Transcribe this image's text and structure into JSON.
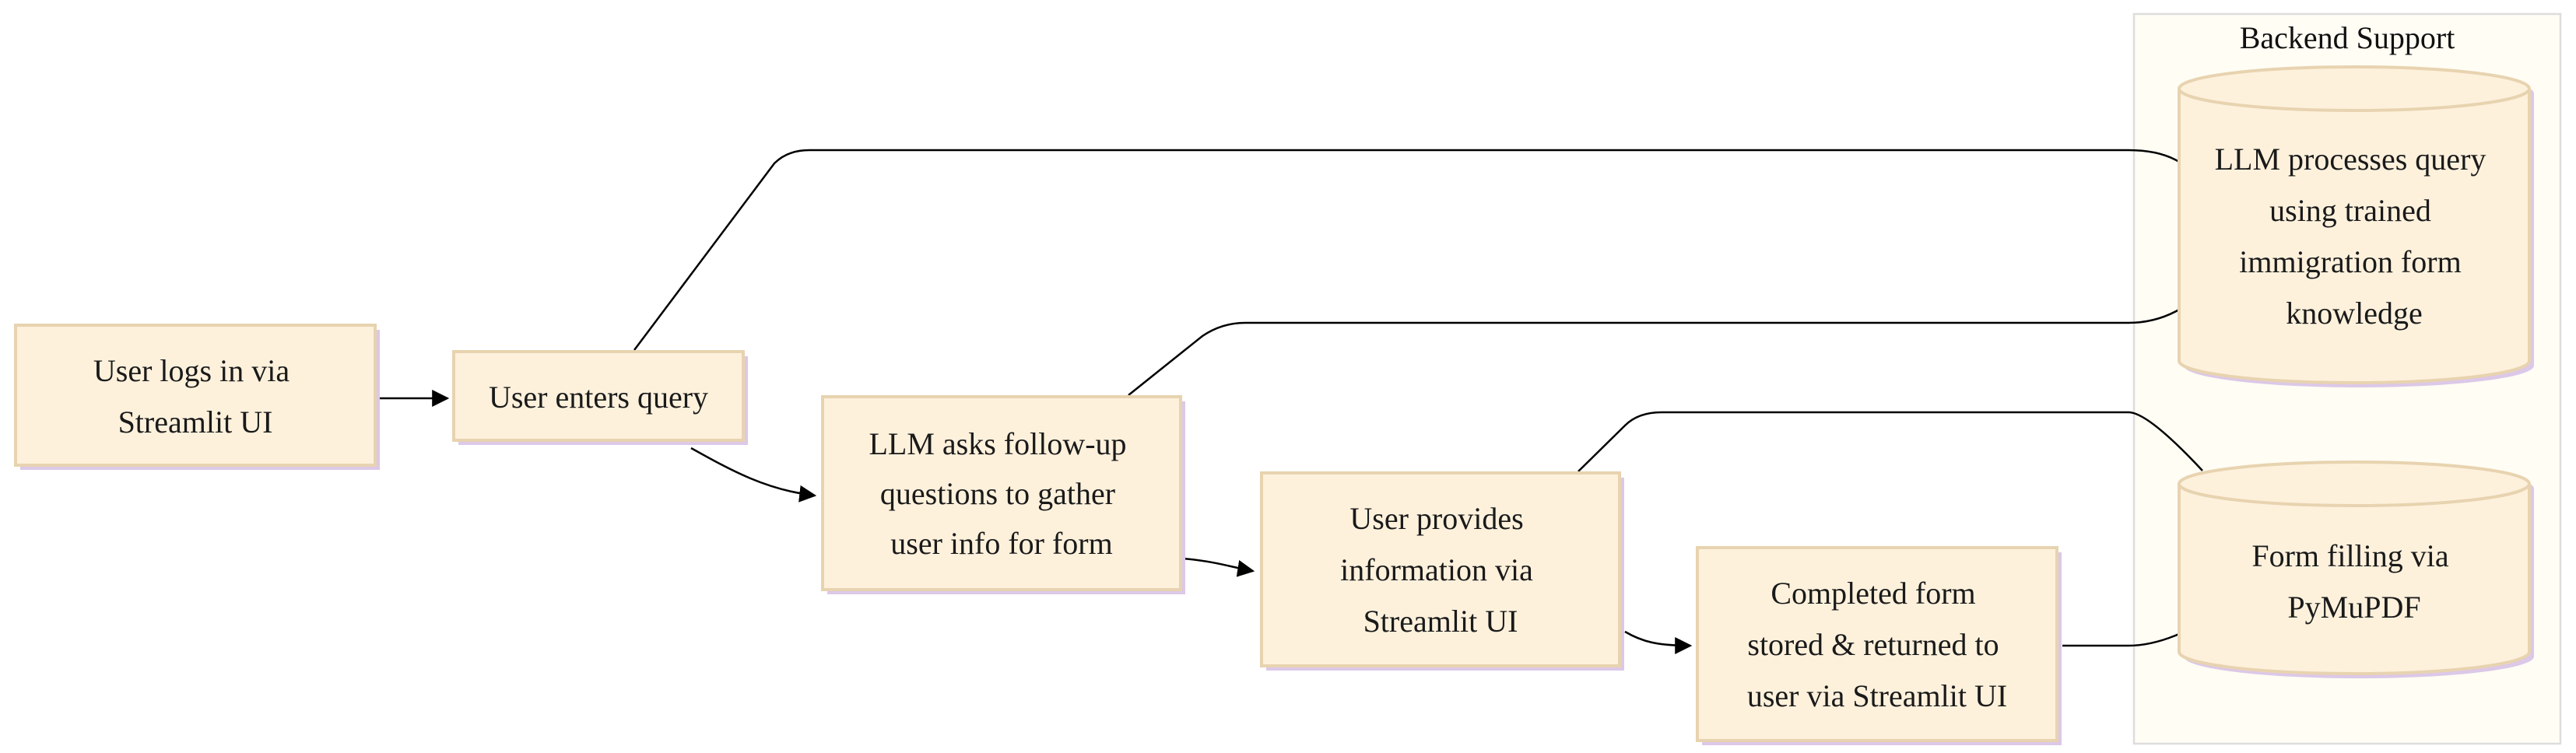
{
  "diagram": {
    "group": {
      "title": "Backend Support"
    },
    "nodes": [
      {
        "id": "login",
        "lines": [
          "User logs in via",
          "Streamlit UI"
        ]
      },
      {
        "id": "query",
        "lines": [
          "User enters query"
        ]
      },
      {
        "id": "followup",
        "lines": [
          "LLM asks follow-up",
          "questions to gather",
          "user info for form"
        ]
      },
      {
        "id": "provide",
        "lines": [
          "User provides",
          "information via",
          "Streamlit UI"
        ]
      },
      {
        "id": "completed",
        "lines": [
          "Completed form",
          "stored & returned to",
          "user via Streamlit UI"
        ]
      },
      {
        "id": "llm",
        "shape": "cylinder",
        "lines": [
          "LLM processes query",
          "using trained",
          "immigration form",
          "knowledge"
        ]
      },
      {
        "id": "pymupdf",
        "shape": "cylinder",
        "lines": [
          "Form filling via",
          "PyMuPDF"
        ]
      }
    ],
    "edges": [
      {
        "from": "login",
        "to": "query",
        "arrow": true
      },
      {
        "from": "query",
        "to": "followup",
        "arrow": true
      },
      {
        "from": "followup",
        "to": "provide",
        "arrow": true
      },
      {
        "from": "provide",
        "to": "completed",
        "arrow": true
      },
      {
        "from": "query",
        "to": "llm",
        "arrow": false
      },
      {
        "from": "followup",
        "to": "llm",
        "arrow": false
      },
      {
        "from": "provide",
        "to": "pymupdf",
        "arrow": false
      },
      {
        "from": "completed",
        "to": "pymupdf",
        "arrow": false
      }
    ],
    "colors": {
      "node_fill": "#fdf1dc",
      "node_border": "#e8d3b0",
      "node_border_accent": "#d9b8f0",
      "group_fill": "#fffdf4",
      "group_border": "#dddddd",
      "edge": "#000000"
    }
  }
}
